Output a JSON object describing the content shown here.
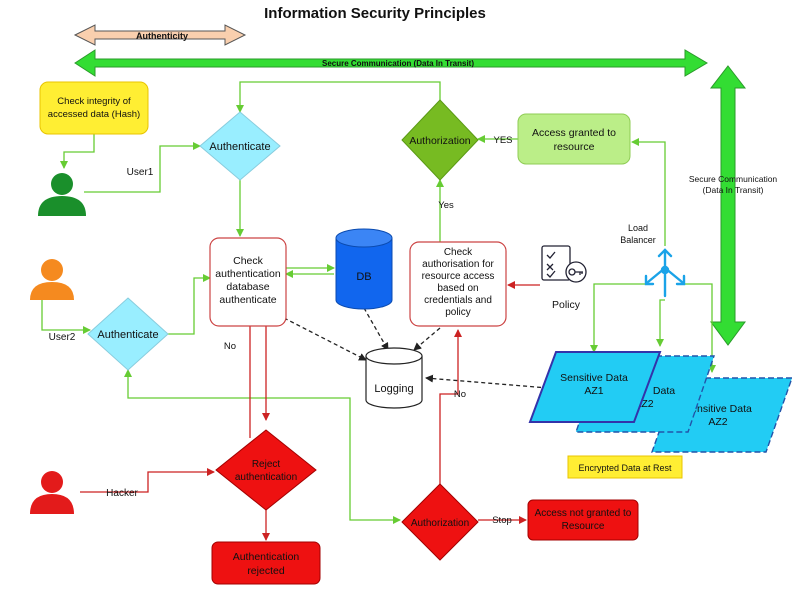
{
  "title": "Information Security Principles",
  "arrows": {
    "authenticity": "Authenticity",
    "secure_comm_horizontal": "Secure Communication (Data In Transit)",
    "secure_comm_vertical_1": "Secure Communication",
    "secure_comm_vertical_2": "(Data In Transit)"
  },
  "actors": {
    "user1": "User1",
    "user2": "User2",
    "hacker": "Hacker"
  },
  "notes": {
    "integrity_1": "Check integrity of",
    "integrity_2": "accessed data (Hash)",
    "encrypted": "Encrypted Data at Rest"
  },
  "nodes": {
    "authenticate_top": "Authenticate",
    "authenticate_left": "Authenticate",
    "authorization_top": "Authorization",
    "authorization_bottom": "Authorization",
    "check_auth_db": [
      "Check",
      "authentication",
      "database",
      "authenticate"
    ],
    "db": "DB",
    "check_authorisation": [
      "Check",
      "authorisation for",
      "resource access",
      "based on",
      "credentials and",
      "policy"
    ],
    "access_granted": [
      "Access granted to",
      "resource"
    ],
    "policy": "Policy",
    "load_balancer": [
      "Load",
      "Balancer"
    ],
    "logging": "Logging",
    "reject_auth": [
      "Reject",
      "authentication"
    ],
    "auth_rejected": [
      "Authentication",
      "rejected"
    ],
    "access_not_granted": [
      "Access not granted to",
      "Resource"
    ],
    "sensitive_az1": [
      "Sensitive Data",
      "AZ1"
    ],
    "sensitive_az2_mid": [
      "Data",
      "AZ2"
    ],
    "sensitive_az2_back": [
      "Sensitive Data",
      "AZ2"
    ]
  },
  "edge_labels": {
    "yes_upper": "YES",
    "yes_lower": "Yes",
    "no_left": "No",
    "no_right": "No",
    "stop": "Stop"
  },
  "colors": {
    "green_arrow": "#33dd33",
    "green_line": "#66cc33",
    "red_line": "#cc2222",
    "cyan_diamond": "#99eeff",
    "olive_diamond": "#77bb22",
    "red_shape": "#ee1111",
    "db_blue": "#1166ee",
    "data_cyan": "#22ccf4",
    "note_yellow": "#ffee33",
    "access_green": "#bbee88",
    "authenticity_fill": "#f9cfae",
    "user_green": "#1a8f2b",
    "user_orange": "#f58a1f",
    "hacker_red": "#e31b1b"
  }
}
